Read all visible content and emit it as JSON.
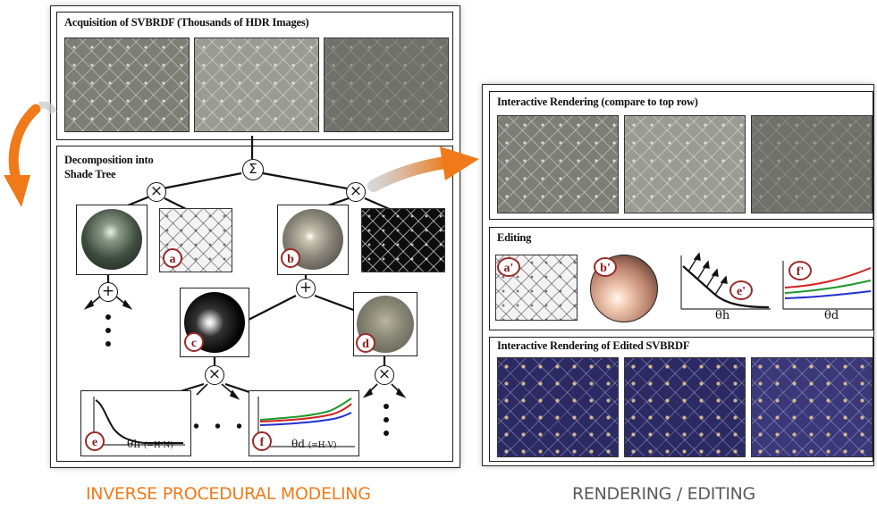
{
  "left_panel": {
    "acquisition_title": "Acquisition of SVBRDF (Thousands of HDR Images)",
    "decomposition_title_line1": "Decomposition into",
    "decomposition_title_line2": "Shade Tree",
    "sum_symbol": "Σ",
    "multiply_symbol": "×",
    "add_symbol": "+",
    "labels": {
      "a": "a",
      "b": "b",
      "c": "c",
      "d": "d",
      "e": "e",
      "f": "f"
    },
    "axis_e": "θh",
    "axis_e_note": "(=H·N)",
    "axis_f": "θd",
    "axis_f_note": "(=H·V)",
    "ellipsis": "• • •"
  },
  "right_panel": {
    "interactive_title": "Interactive Rendering (compare to top row)",
    "editing_title": "Editing",
    "edited_title": "Interactive Rendering of Edited SVBRDF",
    "labels": {
      "a": "a'",
      "b": "b'",
      "e": "e'",
      "f": "f'"
    },
    "axis_e": "θh",
    "axis_f": "θd"
  },
  "captions": {
    "left": "INVERSE PROCEDURAL MODELING",
    "right": "RENDERING / EDITING"
  },
  "colors": {
    "arrow": "#f07a1a",
    "caption_left": "#f07a1a",
    "caption_right": "#5a5a5a",
    "label_ring": "#9a2a2a",
    "curve_red": "#d42020",
    "curve_green": "#1a9a2a",
    "curve_blue": "#2030d0"
  }
}
